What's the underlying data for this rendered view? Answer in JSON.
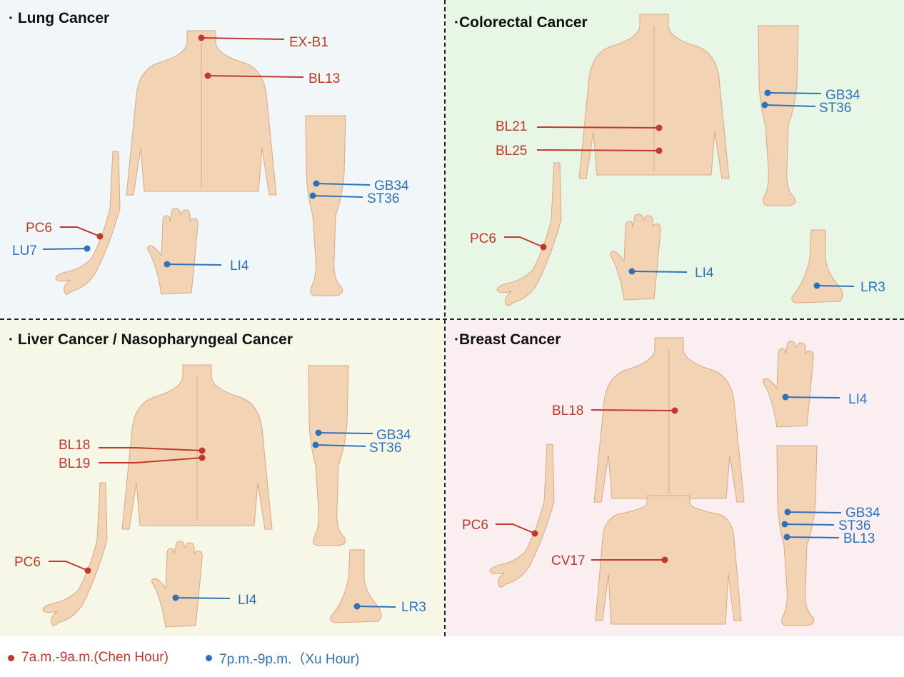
{
  "colors": {
    "chen_red": "#c0392b",
    "xu_blue": "#2e73b8",
    "skin": "#f2d3b4",
    "skin_shade": "#dcae8c"
  },
  "quadrants": {
    "lung": {
      "title": "· Lung Cancer",
      "points": {
        "exb1": "EX-B1",
        "bl13": "BL13",
        "gb34": "GB34",
        "st36": "ST36",
        "pc6": "PC6",
        "lu7": "LU7",
        "li4": "LI4"
      }
    },
    "colorectal": {
      "title": "·Colorectal Cancer",
      "points": {
        "gb34": "GB34",
        "st36": "ST36",
        "bl21": "BL21",
        "bl25": "BL25",
        "pc6": "PC6",
        "li4": "LI4",
        "lr3": "LR3"
      }
    },
    "liver": {
      "title": "· Liver Cancer / Nasopharyngeal Cancer",
      "points": {
        "gb34": "GB34",
        "st36": "ST36",
        "bl18": "BL18",
        "bl19": "BL19",
        "pc6": "PC6",
        "li4": "LI4",
        "lr3": "LR3"
      }
    },
    "breast": {
      "title": "·Breast Cancer",
      "points": {
        "li4": "LI4",
        "bl18": "BL18",
        "pc6": "PC6",
        "gb34": "GB34",
        "st36": "ST36",
        "bl13": "BL13",
        "cv17": "CV17"
      }
    }
  },
  "legend": {
    "chen": "7a.m.-9a.m.(Chen Hour)",
    "xu": "7p.m.-9p.m.（Xu Hour)"
  }
}
